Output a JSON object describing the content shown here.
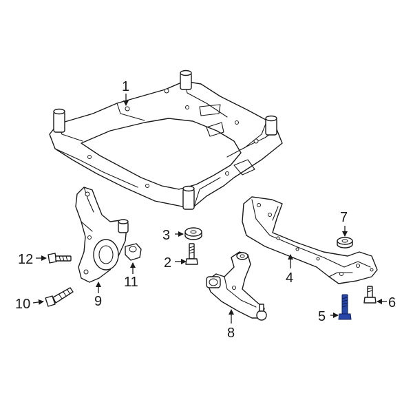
{
  "highlight_color": "#2845a8",
  "callouts": {
    "c1": "1",
    "c2": "2",
    "c3": "3",
    "c4": "4",
    "c5": "5",
    "c6": "6",
    "c7": "7",
    "c8": "8",
    "c9": "9",
    "c10": "10",
    "c11": "11",
    "c12": "12"
  }
}
